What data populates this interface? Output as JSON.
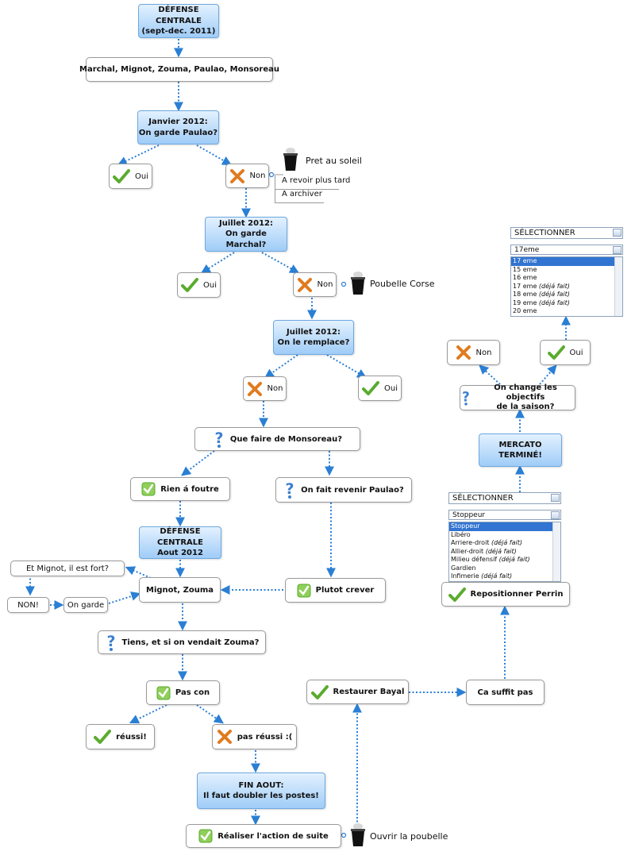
{
  "nodes": {
    "n1": "DÉFENSE CENTRALE (sept-dec. 2011)",
    "n1a": "DÉFENSE CENTRALE",
    "n1b": "(sept-dec. 2011)",
    "n2": "Marchal, Mignot, Zouma, Paulao, Monsoreau",
    "n3a": "Janvier 2012:",
    "n3b": "On garde Paulao?",
    "n4": "Oui",
    "n5": "Non",
    "n5_pret": "Pret au soleil",
    "n5_revoir": "A revoir plus tard",
    "n5_archiver": "A archiver",
    "n6a": "Juillet 2012:",
    "n6b": "On garde Marchal?",
    "n7": "Oui",
    "n8": "Non",
    "n8_poubelle": "Poubelle Corse",
    "n9a": "Juillet 2012:",
    "n9b": "On le remplace?",
    "n10": "Non",
    "n11": "Oui",
    "n12": "Que faire de Monsoreau?",
    "n13": "Rien á foutre",
    "n14": "On fait revenir Paulao?",
    "n15a": "DÉFENSE CENTRALE",
    "n15b": "Aout 2012",
    "n16": "Et Mignot, il est fort?",
    "n17": "Mignot, Zouma",
    "n18": "Plutot crever",
    "n19": "NON!",
    "n20": "On garde",
    "n21": "Tiens, et si on vendait Zouma?",
    "n22": "Pas con",
    "n23": "réussi!",
    "n24": "pas réussi :(",
    "n25a": "FIN AOUT:",
    "n25b": "Il faut doubler les postes!",
    "n26": "Réaliser l'action de suite",
    "n26_ouvrir": "Ouvrir la poubelle",
    "n27": "Restaurer Bayal",
    "n28": "Ca suffit pas",
    "n29": "Repositionner Perrin",
    "n30a": "MERCATO",
    "n30b": "TERMINÉ!",
    "n31a": "On change les objectifs",
    "n31b": "de la saison?",
    "n32": "Non",
    "n33": "Oui"
  },
  "select_top": {
    "header": "SÉLECTIONNER",
    "value": "17eme",
    "options": [
      {
        "text": "17 eme",
        "note": "",
        "selected": true
      },
      {
        "text": "15 eme",
        "note": ""
      },
      {
        "text": "16 eme",
        "note": ""
      },
      {
        "text": "17 eme",
        "note": "(déjá fait)"
      },
      {
        "text": "18 eme",
        "note": "(déjá fait)"
      },
      {
        "text": "19 eme",
        "note": "(déjá fait)"
      },
      {
        "text": "20 eme",
        "note": ""
      }
    ]
  },
  "select_bottom": {
    "header": "SÉLECTIONNER",
    "value": "Stoppeur",
    "options": [
      {
        "text": "Stoppeur",
        "note": "",
        "selected": true
      },
      {
        "text": "Libéro",
        "note": ""
      },
      {
        "text": "Arriere-droit",
        "note": "(déjá fait)"
      },
      {
        "text": "Allier-droit",
        "note": "(déjá fait)"
      },
      {
        "text": "Milieu défensif",
        "note": "(déjá fait)"
      },
      {
        "text": "Gardien",
        "note": ""
      },
      {
        "text": "Infimerie",
        "note": "(déjá fait)"
      }
    ]
  },
  "colors": {
    "arrow": "#2a7fd4",
    "check": "#5aab2e",
    "cross": "#e07b1f",
    "question": "#3b7fd0",
    "blue_node_top": "#e3f1ff",
    "blue_node_bottom": "#9fccf7"
  },
  "icons": {
    "check": "check-icon",
    "check_box": "checkbox-check-icon",
    "cross": "cross-icon",
    "question": "question-icon",
    "trash": "trash-can-icon"
  }
}
